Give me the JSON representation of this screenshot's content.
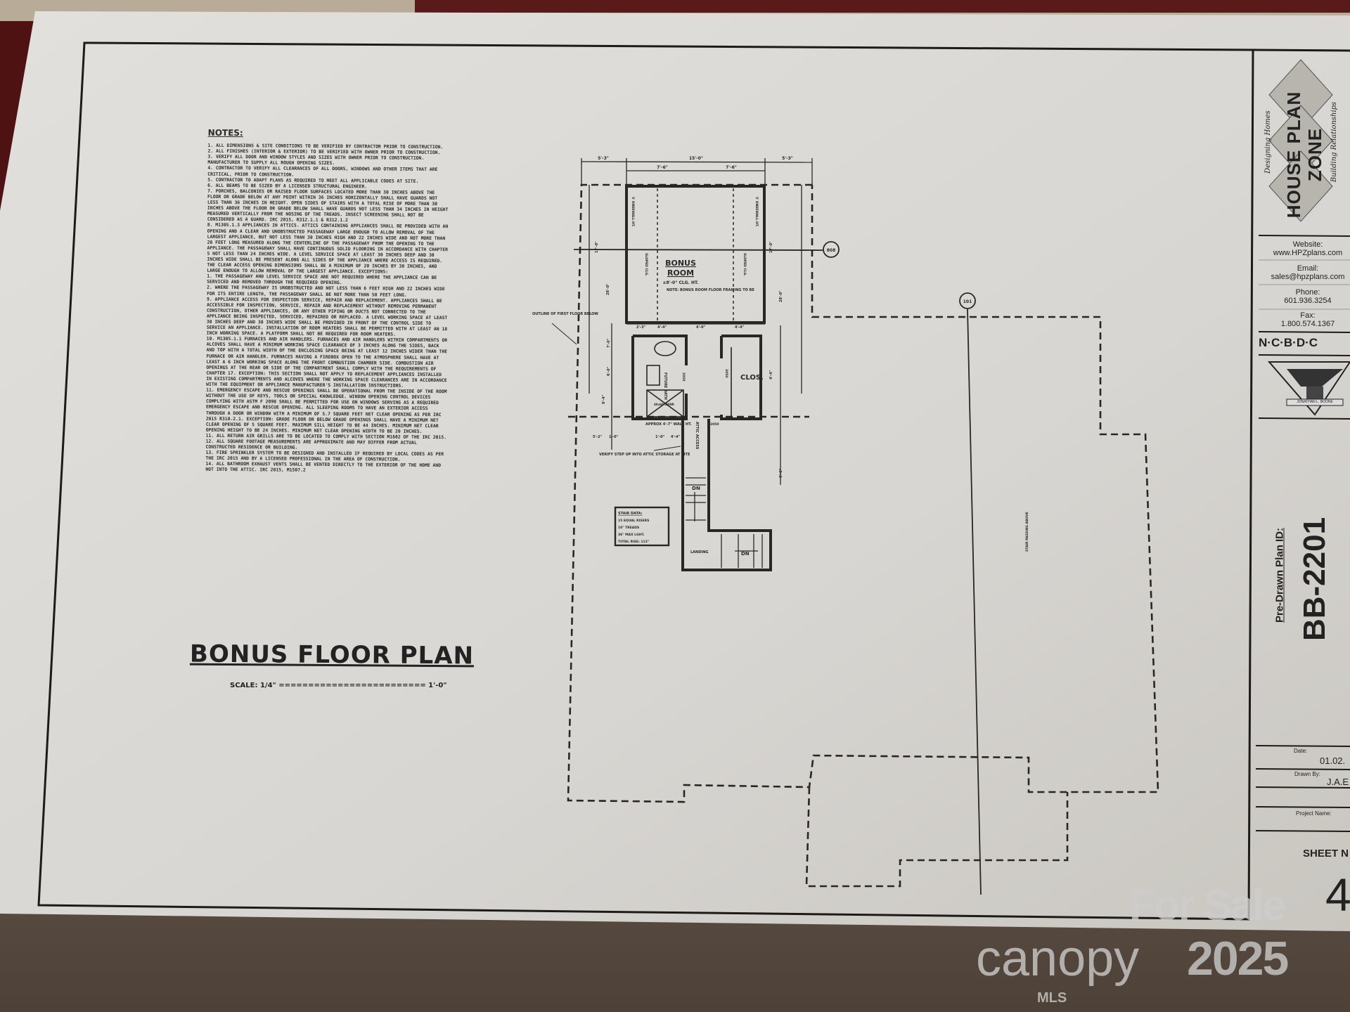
{
  "sheet": {
    "notes_header": "NOTES:",
    "notes": [
      "1. ALL DIMENSIONS & SITE CONDITIONS TO BE VERIFIED BY CONTRACTOR PRIOR TO CONSTRUCTION.",
      "2. ALL FINISHES (INTERIOR & EXTERIOR) TO BE VERIFIED WITH OWNER PRIOR TO CONSTRUCTION.",
      "3. VERIFY ALL DOOR AND WINDOW STYLES AND SIZES WITH OWNER PRIOR TO CONSTRUCTION. MANUFACTURER TO SUPPLY ALL ROUGH OPENING SIZES.",
      "4. CONTRACTOR TO VERIFY ALL CLEARANCES OF ALL DOORS, WINDOWS AND OTHER ITEMS THAT ARE CRITICAL, PRIOR TO CONSTRUCTION.",
      "5. CONTRACTOR TO ADAPT PLANS AS REQUIRED TO MEET ALL APPLICABLE CODES AT SITE.",
      "6. ALL BEAMS TO BE SIZED BY A LICENSED STRUCTURAL ENGINEER.",
      "7. PORCHES, BALCONIES OR RAISED FLOOR SURFACES LOCATED MORE THAN 30 INCHES ABOVE THE FLOOR OR GRADE BELOW AT ANY POINT WITHIN 36 INCHES HORIZONTALLY SHALL HAVE GUARDS NOT LESS THAN 36 INCHES IN HEIGHT. OPEN SIDES OF STAIRS WITH A TOTAL RISE OF MORE THAN 30 INCHES ABOVE THE FLOOR OR GRADE BELOW SHALL HAVE GUARDS NOT LESS THAN 34 INCHES IN HEIGHT MEASURED VERTICALLY FROM THE NOSING OF THE TREADS. INSECT SCREENING SHALL NOT BE CONSIDERED AS A GUARD. IRC 2015, R312.1.1 & R312.1.2",
      "8. M1305.1.3 APPLIANCES IN ATTICS. ATTICS CONTAINING APPLIANCES SHALL BE PROVIDED WITH AN OPENING AND A CLEAR AND UNOBSTRUCTED PASSAGEWAY LARGE ENOUGH TO ALLOW REMOVAL OF THE LARGEST APPLIANCE, BUT NOT LESS THAN 30 INCHES HIGH AND 22 INCHES WIDE AND NOT MORE THAN 20 FEET LONG MEASURED ALONG THE CENTERLINE OF THE PASSAGEWAY FROM THE OPENING TO THE APPLIANCE. THE PASSAGEWAY SHALL HAVE CONTINUOUS SOLID FLOORING IN ACCORDANCE WITH CHAPTER 5 NOT LESS THAN 24 INCHES WIDE. A LEVEL SERVICE SPACE AT LEAST 30 INCHES DEEP AND 30 INCHES WIDE SHALL BE PRESENT ALONG ALL SIDES OF THE APPLIANCE WHERE ACCESS IS REQUIRED. THE CLEAR ACCESS OPENING DIMENSIONS SHALL BE A MINIMUM OF 20 INCHES BY 30 INCHES, AND LARGE ENOUGH TO ALLOW REMOVAL OF THE LARGEST APPLIANCE. EXCEPTIONS:",
      "1. THE PASSAGEWAY AND LEVEL SERVICE SPACE ARE NOT REQUIRED WHERE THE APPLIANCE CAN BE SERVICED AND REMOVED THROUGH THE REQUIRED OPENING.",
      "2. WHERE THE PASSAGEWAY IS UNOBSTRUCTED AND NOT LESS THAN 6 FEET HIGH AND 22 INCHES WIDE FOR ITS ENTIRE LENGTH, THE PASSAGEWAY SHALL BE NOT MORE THAN 50 FEET LONG.",
      "9. APPLIANCE ACCESS FOR INSPECTION SERVICE, REPAIR AND REPLACEMENT. APPLIANCES SHALL BE ACCESSIBLE FOR INSPECTION, SERVICE, REPAIR AND REPLACEMENT WITHOUT REMOVING PERMANENT CONSTRUCTION, OTHER APPLIANCES, OR ANY OTHER PIPING OR DUCTS NOT CONNECTED TO THE APPLIANCE BEING INSPECTED, SERVICED, REPAIRED OR REPLACED. A LEVEL WORKING SPACE AT LEAST 30 INCHES DEEP AND 30 INCHES WIDE SHALL BE PROVIDED IN FRONT OF THE CONTROL SIDE TO SERVICE AN APPLIANCE. INSTALLATION OF ROOM HEATERS SHALL BE PERMITTED WITH AT LEAST AN 18 INCH WORKING SPACE. A PLATFORM SHALL NOT BE REQUIRED FOR ROOM HEATERS.",
      "10. M1305.1.1 FURNACES AND AIR HANDLERS. FURNACES AND AIR HANDLERS WITHIN COMPARTMENTS OR ALCOVES SHALL HAVE A MINIMUM WORKING SPACE CLEARANCE OF 3 INCHES ALONG THE SIDES, BACK AND TOP WITH A TOTAL WIDTH OF THE ENCLOSING SPACE BEING AT LEAST 12 INCHES WIDER THAN THE FURNACE OR AIR HANDLER. FURNACES HAVING A FIREBOX OPEN TO THE ATMOSPHERE SHALL HAVE AT LEAST A 6 INCH WORKING SPACE ALONG THE FRONT COMBUSTION CHAMBER SIDE. COMBUSTION AIR OPENINGS AT THE REAR OR SIDE OF THE COMPARTMENT SHALL COMPLY WITH THE REQUIREMENTS OF CHAPTER 17. EXCEPTION: THIS SECTION SHALL NOT APPLY TO REPLACEMENT APPLIANCES INSTALLED IN EXISTING COMPARTMENTS AND ALCOVES WHERE THE WORKING SPACE CLEARANCES ARE IN ACCORDANCE WITH THE EQUIPMENT OR APPLIANCE MANUFACTURER'S INSTALLATION INSTRUCTIONS.",
      "11. EMERGENCY ESCAPE AND RESCUE OPENINGS SHALL BE OPERATIONAL FROM THE INSIDE OF THE ROOM WITHOUT THE USE OF KEYS, TOOLS OR SPECIAL KNOWLEDGE. WINDOW OPENING CONTROL DEVICES COMPLYING WITH ASTM F 2090 SHALL BE PERMITTED FOR USE ON WINDOWS SERVING AS A REQUIRED EMERGENCY ESCAPE AND RESCUE OPENING. ALL SLEEPING ROOMS TO HAVE AN EXTERIOR ACCESS THROUGH A DOOR OR WINDOW WITH A MINIMUM OF 5.7 SQUARE FEET NET CLEAR OPENING AS PER IRC 2015 R310.2.1. EXCEPTION: GRADE FLOOR OR BELOW GRADE OPENINGS SHALL HAVE A MINIMUM NET CLEAR OPENING OF 5 SQUARE FEET. MAXIMUM SILL HEIGHT TO BE 44 INCHES. MINIMUM NET CLEAR OPENING HEIGHT TO BE 24 INCHES. MINIMUM NET CLEAR OPENING WIDTH TO BE 20 INCHES.",
      "11. ALL RETURN AIR GRILLS ARE TO BE LOCATED TO COMPLY WITH SECTION M1602 OF THE IRC 2015.",
      "12. ALL SQUARE FOOTAGE MEASUREMENTS ARE APPROXIMATE AND MAY DIFFER FROM ACTUAL CONSTRUCTED RESIDENCE OR BUILDING.",
      "13. FIRE SPRINKLER SYSTEM TO BE DESIGNED AND INSTALLED IF REQUIRED BY LOCAL CODES AS PER THE IRC 2015 AND BY A LICENSED PROFESSIONAL IN THE AREA OF CONSTRUCTION.",
      "14. ALL BATHROOM EXHAUST VENTS SHALL BE VENTED DIRECTLY TO THE EXTERIOR OF THE HOME AND NOT INTO THE ATTIC. IRC 2015, M1507.2"
    ],
    "title": "BONUS FLOOR PLAN",
    "scale": "SCALE: 1/4\" ========================= 1'-0\""
  },
  "plan": {
    "room_name_1": "BONUS",
    "room_name_2": "ROOM",
    "room_ceiling": "±8'-0\" CLG. HT.",
    "room_note": "NOTE: BONUS ROOM FLOOR FRAMING TO BE",
    "closet": "CLOS.",
    "bath": "FUTURE BATH",
    "stair_dn": "DN",
    "landing": "LANDING",
    "attic_note": "VERIFY STEP UP INTO ATTIC STORAGE AT SITE",
    "outline_note": "OUTLINE OF FIRST FLOOR BELOW",
    "attic_access": "ATTIC ACCESS",
    "approx_wall": "APPROX 4'-7\" WALL HT.",
    "stair_data": [
      "STAIR DATA:",
      "15 EQUAL RISERS",
      "10\" TREADS",
      "36\" MAX LGHT.",
      "TOTAL RISE: 113\""
    ],
    "tags": [
      "808",
      "101"
    ],
    "dims_top": [
      "5'-3\"",
      "15'-0\"",
      "5'-3\"",
      "7'-6\"",
      "7'-6\""
    ],
    "dims_mid": [
      "2'-3\"",
      "4'-4\"",
      "4'-0\"",
      "4'-4\""
    ],
    "dims_side": [
      "17'-0\"",
      "28'-0\"",
      "17'-0\"",
      "28'-0\"",
      "7'-0\"",
      "6'-0\"",
      "9'-4\"",
      "4'-4\"",
      "5'-2\"",
      "1'-0\"",
      "1'-0\"",
      "4'-4\"",
      "9'-6\""
    ],
    "misc": [
      "SLOPED CLG.",
      "SLOPED CLG.",
      "5' KNEEWALL HT.",
      "5' KNEEWALL HT.",
      "2050",
      "2050",
      "2050",
      "2050",
      "40x60 SHWR",
      "STAIR PASSING ABOVE"
    ]
  },
  "title_block": {
    "logo": "HOUSE PLAN ZONE",
    "tagline_1": "Designing Homes",
    "tagline_2": "Building Relationships",
    "website_label": "Website:",
    "website": "www.HPZplans.com",
    "email_label": "Email:",
    "email": "sales@hpzplans.com",
    "phone_label": "Phone:",
    "phone": "601.936.3254",
    "fax_label": "Fax:",
    "fax": "1.800.574.1367",
    "ncbdc": "N·C·B·D·C",
    "ncbdc_member": "JONATHAN L. BOONE",
    "plan_id_label": "Pre-Drawn Plan ID:",
    "plan_id": "BB-2201",
    "date_label": "Date:",
    "date": "01.02.",
    "drawn_label": "Drawn By:",
    "drawn": "J.A.E",
    "project_label": "Project Name:",
    "sheet_label": "SHEET N",
    "sheet_no": "4"
  },
  "watermark": {
    "for_sale": "For Sale",
    "brand": "canopy",
    "sub": "MLS",
    "year": "2025"
  },
  "colors": {
    "paper": "#dcdad6",
    "ink": "#1e1a18",
    "backdrop": "#5c4e42",
    "wall_red": "#5a1414"
  }
}
